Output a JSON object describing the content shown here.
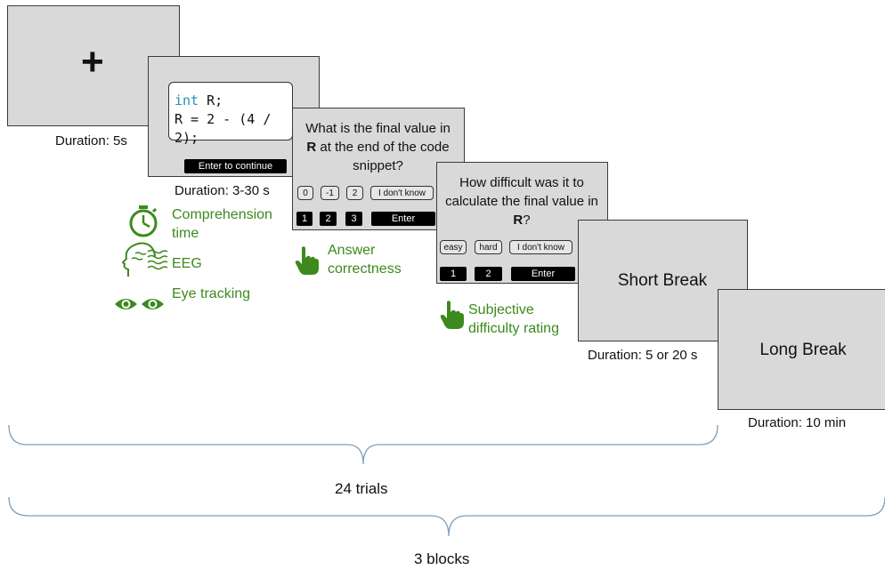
{
  "fixation": {
    "symbol": "+",
    "duration": "Duration: 5s"
  },
  "code_screen": {
    "keyword": "int",
    "line1_rest": " R;",
    "line2": "R = 2 - (4 / 2);",
    "continue_label": "Enter to continue",
    "duration": "Duration: 3-30 s"
  },
  "measures": [
    {
      "icon": "stopwatch-icon",
      "line1": "Comprehension",
      "line2": "time"
    },
    {
      "icon": "eeg-head-icon",
      "line1": "EEG"
    },
    {
      "icon": "eyes-icon",
      "line1": "Eye tracking"
    }
  ],
  "answer_screen": {
    "q1": "What is the final value in",
    "q2_bold": "R",
    "q2_rest": " at the end of the code",
    "q3": "snippet?",
    "options": [
      "0",
      "-1",
      "2",
      "I don't know"
    ],
    "keys": [
      "1",
      "2",
      "3",
      "Enter"
    ],
    "measure_line1": "Answer",
    "measure_line2": "correctness"
  },
  "difficulty_screen": {
    "q1": "How difficult was it to",
    "q2": "calculate the final value in",
    "q3_bold": "R",
    "q3_rest": "?",
    "options": [
      "easy",
      "hard",
      "I don't know"
    ],
    "keys": [
      "1",
      "2",
      "Enter"
    ],
    "measure_line1": "Subjective",
    "measure_line2": "difficulty rating"
  },
  "short_break": {
    "label": "Short Break",
    "duration": "Duration: 5 or 20 s"
  },
  "long_break": {
    "label": "Long Break",
    "duration": "Duration: 10 min"
  },
  "brackets": {
    "trials": "24 trials",
    "blocks": "3 blocks"
  },
  "colors": {
    "green": "#3c8a1e",
    "screen": "#d9d9d9",
    "code_keyword": "#2a8fb4"
  }
}
